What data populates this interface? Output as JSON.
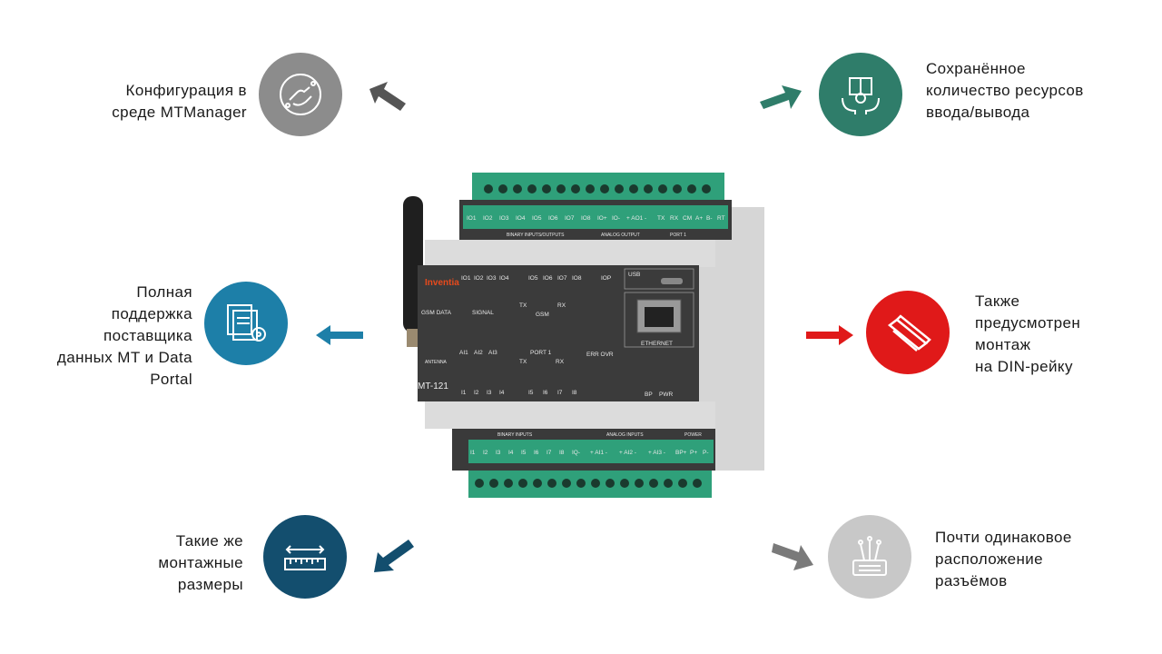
{
  "features": {
    "config": {
      "text": "Конфигурация в\nсреде MTManager",
      "color": "#8c8c8c",
      "icon": "hand-gear-icon"
    },
    "io": {
      "text": "Сохранённое\nколичество ресурсов\nввода/вывода",
      "color": "#2f7d6a",
      "icon": "book-gear-hands-icon"
    },
    "support": {
      "text": "Полная\nподдержка\nпоставщика\nданных MT и Data\nPortal",
      "color": "#1d7fa8",
      "icon": "documents-gear-icon"
    },
    "din": {
      "text": "Также\nпредусмотрен\nмонтаж\nна DIN-рейку",
      "color": "#e01919",
      "icon": "din-rail-icon"
    },
    "size": {
      "text": "Такие же\nмонтажные\nразмеры",
      "color": "#134e6e",
      "icon": "ruler-icon"
    },
    "layout": {
      "text": "Почти одинаковое\nрасположение\nразъёмов",
      "color": "#c8c8c8",
      "icon": "keyboard-circuit-icon"
    }
  },
  "device": {
    "model": "MT-121",
    "brand": "Inventia",
    "top_labels": [
      "IO1",
      "IO2",
      "IO3",
      "IO4",
      "IO5",
      "IO6",
      "IO7",
      "IO8",
      "IO+",
      "IO-",
      "+ AO1 -",
      "TX",
      "RX",
      "CM",
      "A+",
      "B-",
      "RT"
    ],
    "top_group_labels": [
      "BINARY INPUTS/OUTPUTS",
      "ANALOG OUTPUT",
      "PORT 1"
    ],
    "panel_io_labels": [
      "IO1",
      "IO2",
      "IO3",
      "IO4",
      "IO5",
      "IO6",
      "IO7",
      "IO8",
      "IOP"
    ],
    "usb": "USB",
    "ethernet": "ETHERNET",
    "gsm_data": "GSM DATA",
    "signal": "SIGNAL",
    "gsm": "GSM",
    "tx": "TX",
    "rx": "RX",
    "antenna": "ANTENNA",
    "ai_labels": [
      "AI1",
      "AI2",
      "AI3"
    ],
    "port1": "PORT 1",
    "err_ovr": "ERR OVR",
    "inputs": [
      "I1",
      "I2",
      "I3",
      "I4",
      "I5",
      "I6",
      "I7",
      "I8"
    ],
    "bp": "BP",
    "pwr": "PWR",
    "bottom_labels": [
      "I1",
      "I2",
      "I3",
      "I4",
      "I5",
      "I6",
      "I7",
      "I8",
      "IQ-",
      "+ AI1 -",
      "+ AI2 -",
      "+ AI3 -",
      "BP+",
      "P+",
      "P-"
    ],
    "bottom_group_labels": [
      "BINARY INPUTS",
      "ANALOG INPUTS",
      "POWER"
    ]
  }
}
